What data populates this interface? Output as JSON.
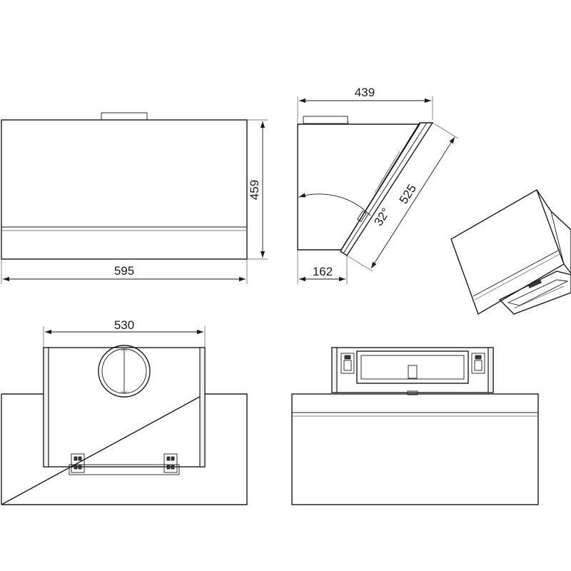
{
  "dimensions": {
    "front_height": "459",
    "front_width": "595",
    "side_depth": "439",
    "side_length": "525",
    "side_angle": "32°",
    "side_bottom": "162",
    "rear_width": "530"
  }
}
